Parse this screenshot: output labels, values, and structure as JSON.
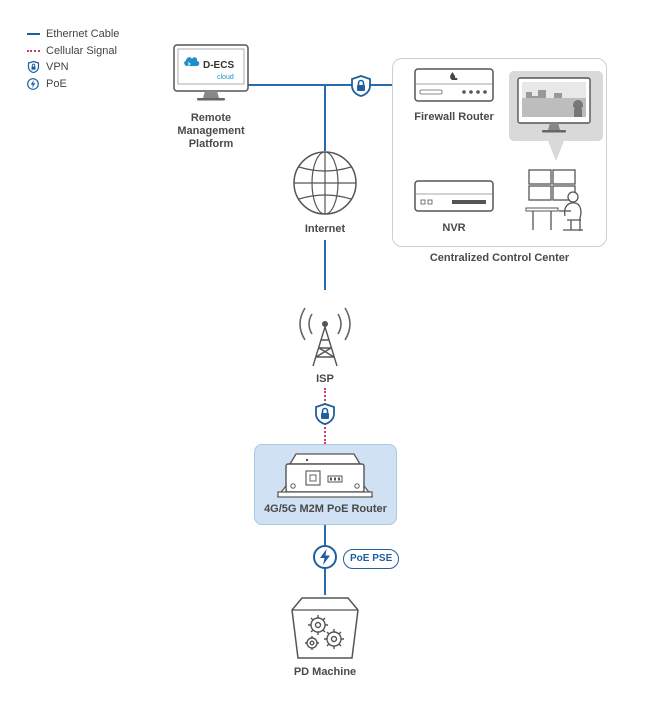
{
  "legend": {
    "ethernet": "Ethernet Cable",
    "cellular": "Cellular Signal",
    "vpn": "VPN",
    "poe": "PoE"
  },
  "nodes": {
    "rmp": "Remote\nManagement\nPlatform",
    "rmp_logo_main": "D-ECS",
    "rmp_logo_sub": "cloud",
    "firewall": "Firewall Router",
    "nvr": "NVR",
    "internet": "Internet",
    "control_center": "Centralized Control Center",
    "isp": "ISP",
    "router": "4G/5G M2M PoE Router",
    "pd": "PD Machine"
  },
  "badges": {
    "poe_pse": "PoE PSE"
  },
  "colors": {
    "ethernet": "#2a6bb0",
    "cellular": "#d8346a",
    "vpn": "#1f5f9f",
    "router_bg": "#cfe1f2"
  }
}
